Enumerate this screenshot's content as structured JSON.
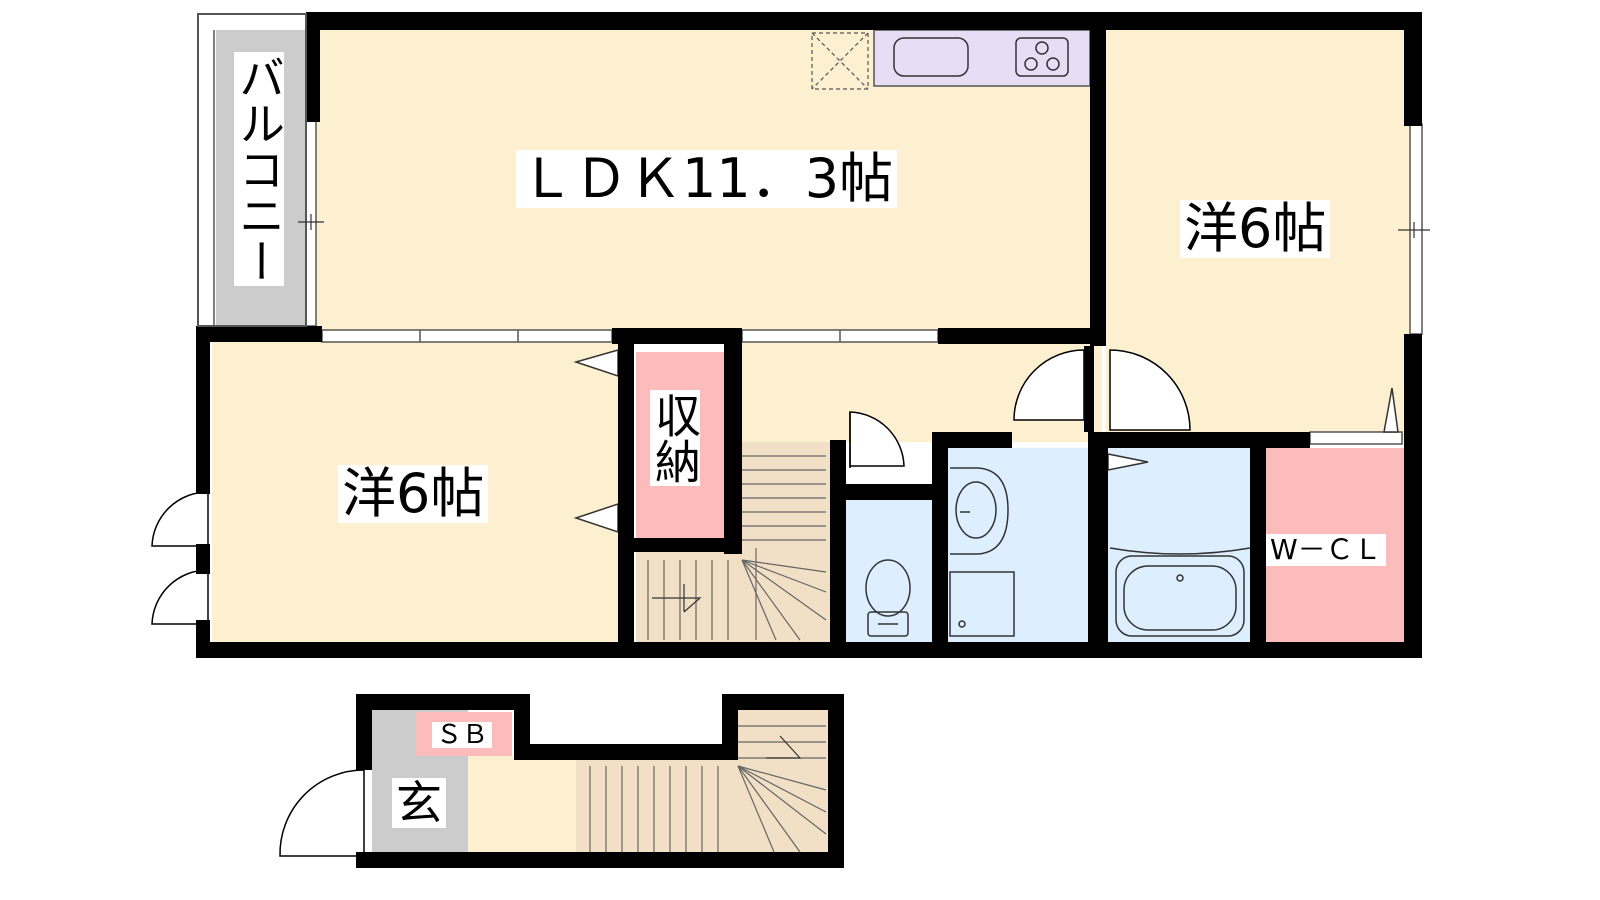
{
  "rooms": {
    "ldk": "ＬＤＫ11．3帖",
    "western_right": "洋6帖",
    "western_left": "洋6帖",
    "storage": "収納",
    "walk_in_closet": "W－ＣＬ",
    "balcony": "バルコニー",
    "shoe_box": "ＳＢ",
    "entrance": "玄"
  },
  "colors": {
    "floor": "#fcf0d0",
    "wet_area": "#ddeeff",
    "storage": "#fcbcbc",
    "kitchen_counter": "#e9dcf5",
    "balcony_entrance": "#cccccc",
    "stairs": "#f1e0c6",
    "wall": "#000000"
  }
}
